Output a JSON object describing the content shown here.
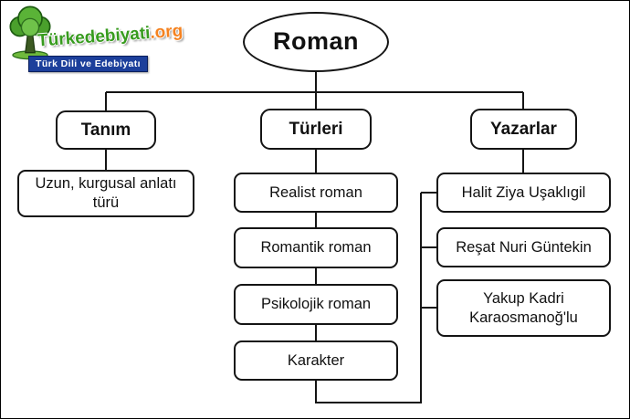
{
  "logo": {
    "site_name": "Türkedebiyati",
    "site_tld": ".org",
    "tagline": "Türk Dili ve Edebiyatı",
    "colors": {
      "green": "#379b1e",
      "orange": "#f58220",
      "banner_blue": "#1c3f9b"
    }
  },
  "diagram": {
    "colors": {
      "line": "#141414",
      "box_border": "#141414",
      "background": "#ffffff"
    },
    "root": {
      "label": "Roman"
    },
    "branches": [
      {
        "label": "Tanım",
        "children": [
          "Uzun, kurgusal anlatı türü"
        ]
      },
      {
        "label": "Türleri",
        "children": [
          "Realist roman",
          "Romantik roman",
          "Psikolojik roman",
          "Karakter"
        ]
      },
      {
        "label": "Yazarlar",
        "children": [
          "Halit Ziya Uşaklıgil",
          "Reşat Nuri Güntekin",
          "Yakup Kadri Karaosmanoğ'lu"
        ]
      }
    ]
  }
}
